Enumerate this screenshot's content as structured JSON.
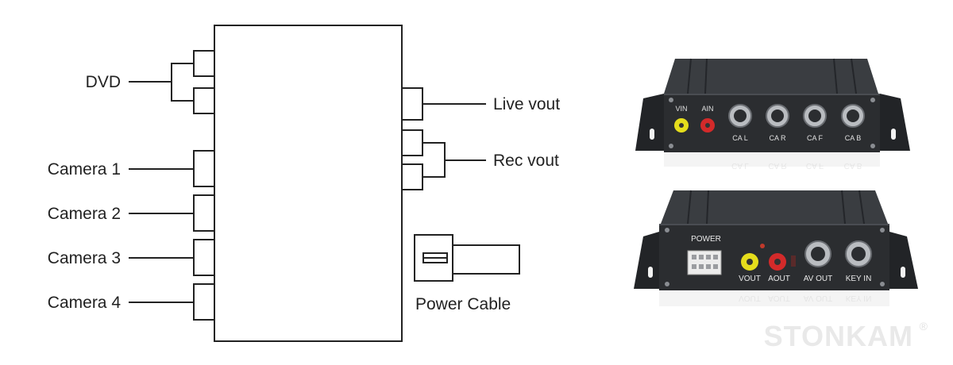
{
  "diagram": {
    "inputs": {
      "dvd": "DVD",
      "camera1": "Camera 1",
      "camera2": "Camera 2",
      "camera3": "Camera 3",
      "camera4": "Camera 4"
    },
    "outputs": {
      "live_vout": "Live vout",
      "rec_vout": "Rec vout"
    },
    "power_cable": "Power Cable"
  },
  "device_front": {
    "ports": {
      "vin": "VIN",
      "ain": "AIN",
      "ca_l": "CA L",
      "ca_r": "CA R",
      "ca_f": "CA F",
      "ca_b": "CA B"
    }
  },
  "device_back": {
    "ports": {
      "power": "POWER",
      "vout": "VOUT",
      "aout": "AOUT",
      "av_out": "AV OUT",
      "key_in": "KEY IN"
    }
  },
  "brand": {
    "name": "STONKAM",
    "mark": "®"
  },
  "colors": {
    "line": "#222222",
    "device_body": "#2b2d30",
    "rca_yellow": "#e5dd1c",
    "rca_red": "#d32a2a",
    "brand_text": "#e9e9e9"
  }
}
